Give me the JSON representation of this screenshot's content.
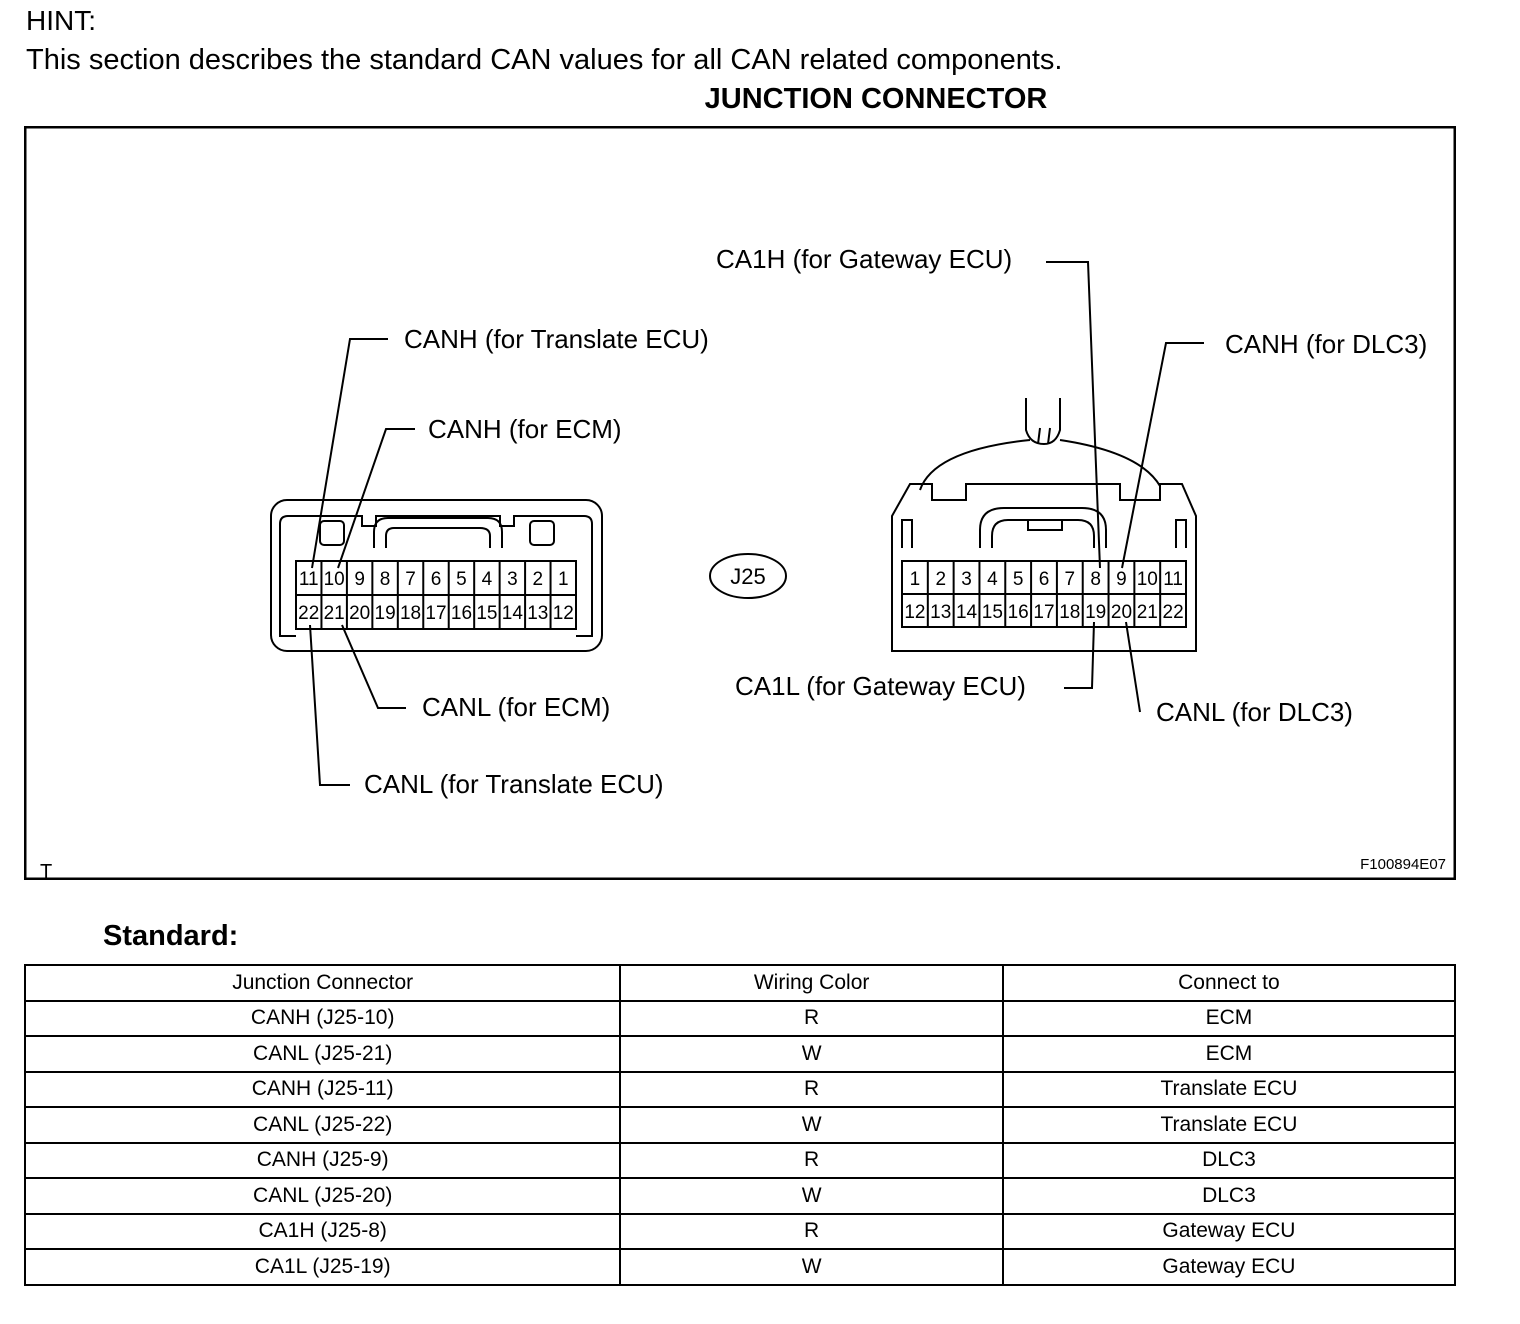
{
  "hint": {
    "label": "HINT:",
    "text": "This section describes the standard CAN values for all CAN related components."
  },
  "figure": {
    "title": "JUNCTION CONNECTOR",
    "connector_id": "J25",
    "figure_code": "F100894E07",
    "corner_mark": "T",
    "left_connector": {
      "top_row": [
        "11",
        "10",
        "9",
        "8",
        "7",
        "6",
        "5",
        "4",
        "3",
        "2",
        "1"
      ],
      "bottom_row": [
        "22",
        "21",
        "20",
        "19",
        "18",
        "17",
        "16",
        "15",
        "14",
        "13",
        "12"
      ]
    },
    "right_connector": {
      "top_row": [
        "1",
        "2",
        "3",
        "4",
        "5",
        "6",
        "7",
        "8",
        "9",
        "10",
        "11"
      ],
      "bottom_row": [
        "12",
        "13",
        "14",
        "15",
        "16",
        "17",
        "18",
        "19",
        "20",
        "21",
        "22"
      ]
    },
    "callouts": {
      "canh_translate": "CANH (for Translate ECU)",
      "canh_ecm": "CANH (for ECM)",
      "canl_ecm": "CANL (for ECM)",
      "canl_translate": "CANL (for Translate ECU)",
      "ca1h_gateway": "CA1H (for Gateway ECU)",
      "canh_dlc3": "CANH (for DLC3)",
      "ca1l_gateway": "CA1L (for Gateway ECU)",
      "canl_dlc3": "CANL (for DLC3)"
    }
  },
  "standard": {
    "label": "Standard:",
    "headers": [
      "Junction Connector",
      "Wiring Color",
      "Connect to"
    ],
    "rows": [
      [
        "CANH (J25-10)",
        "R",
        "ECM"
      ],
      [
        "CANL (J25-21)",
        "W",
        "ECM"
      ],
      [
        "CANH (J25-11)",
        "R",
        "Translate ECU"
      ],
      [
        "CANL (J25-22)",
        "W",
        "Translate ECU"
      ],
      [
        "CANH (J25-9)",
        "R",
        "DLC3"
      ],
      [
        "CANL (J25-20)",
        "W",
        "DLC3"
      ],
      [
        "CA1H (J25-8)",
        "R",
        "Gateway ECU"
      ],
      [
        "CA1L (J25-19)",
        "W",
        "Gateway ECU"
      ]
    ]
  }
}
